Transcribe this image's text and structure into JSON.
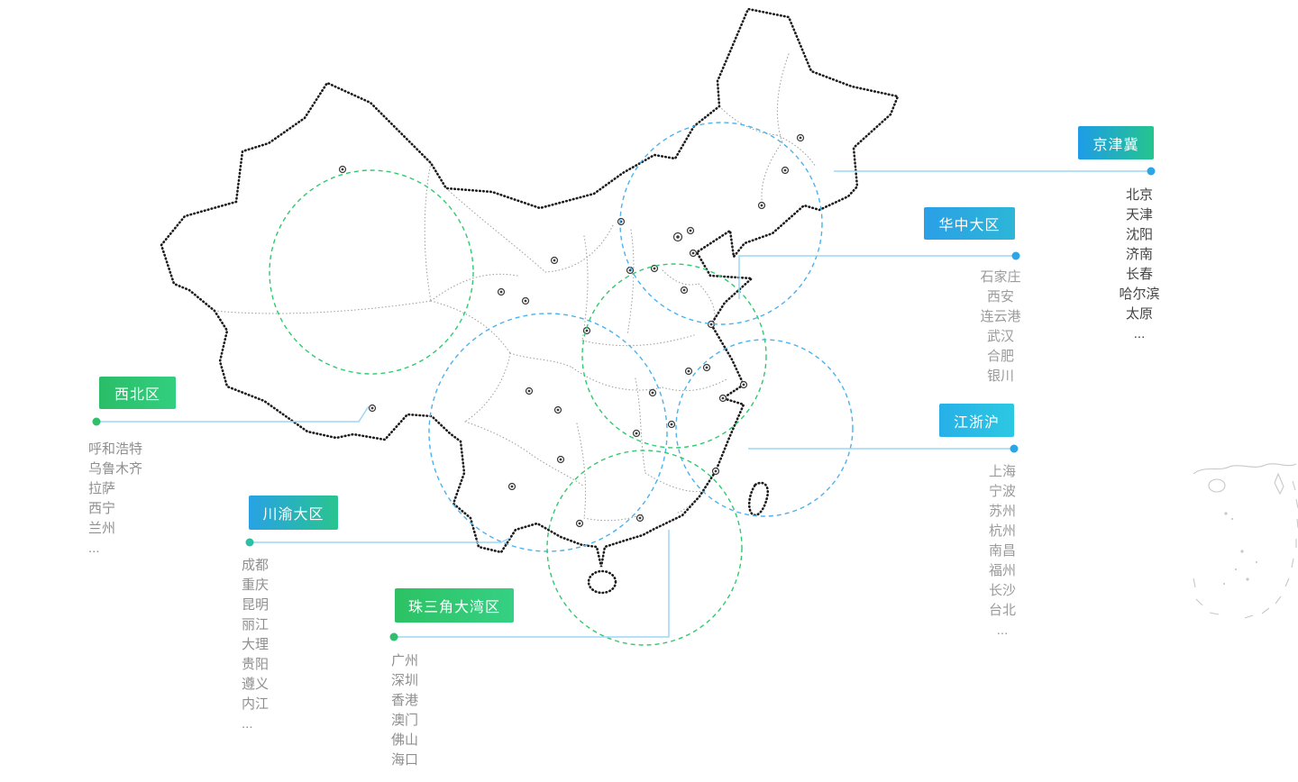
{
  "map": {
    "colors": {
      "border": "#1c1c1c",
      "province": "#8a8a8a",
      "marker": "#3a3a3a",
      "circle_blue": "#4ab2ee",
      "circle_green": "#2fc96e",
      "connector": "#9bd6f5",
      "inset": "#c8c8c8"
    }
  },
  "regions": {
    "jingjinji": {
      "label": "京津冀",
      "cities": [
        "北京",
        "天津",
        "沈阳",
        "济南",
        "长春",
        "哈尔滨",
        "太原",
        "..."
      ],
      "accent_from": "#1e9ce8",
      "accent_to": "#25c48e",
      "dot_color": "#2aa6e8",
      "city_color": "#444444"
    },
    "huazhong": {
      "label": "华中大区",
      "cities": [
        "石家庄",
        "西安",
        "连云港",
        "武汉",
        "合肥",
        "银川"
      ],
      "accent_from": "#2aa0e6",
      "accent_to": "#2db6d8",
      "dot_color": "#2aa6e8",
      "city_color": "#9b9b9b"
    },
    "xibei": {
      "label": "西北区",
      "cities": [
        "呼和浩特",
        "乌鲁木齐",
        "拉萨",
        "西宁",
        "兰州",
        "..."
      ],
      "accent_from": "#2abd68",
      "accent_to": "#31cf7f",
      "dot_color": "#2ec06c",
      "city_color": "#8f8f8f"
    },
    "chuanyu": {
      "label": "川渝大区",
      "cities": [
        "成都",
        "重庆",
        "昆明",
        "丽江",
        "大理",
        "贵阳",
        "遵义",
        "内江",
        "..."
      ],
      "accent_from": "#28a2e5",
      "accent_to": "#29c48f",
      "dot_color": "#2bbfa5",
      "city_color": "#8f8f8f"
    },
    "zhusanjiao": {
      "label": "珠三角大湾区",
      "cities": [
        "广州",
        "深圳",
        "香港",
        "澳门",
        "佛山",
        "海口",
        "..."
      ],
      "accent_from": "#2cc263",
      "accent_to": "#36d084",
      "dot_color": "#2ec06c",
      "city_color": "#8f8f8f"
    },
    "jiangzhehu": {
      "label": "江浙沪",
      "cities": [
        "上海",
        "宁波",
        "苏州",
        "杭州",
        "南昌",
        "福州",
        "长沙",
        "台北",
        "..."
      ],
      "accent_from": "#27b0e8",
      "accent_to": "#2cc8e2",
      "dot_color": "#2aa6e8",
      "city_color": "#9b9b9b"
    }
  }
}
